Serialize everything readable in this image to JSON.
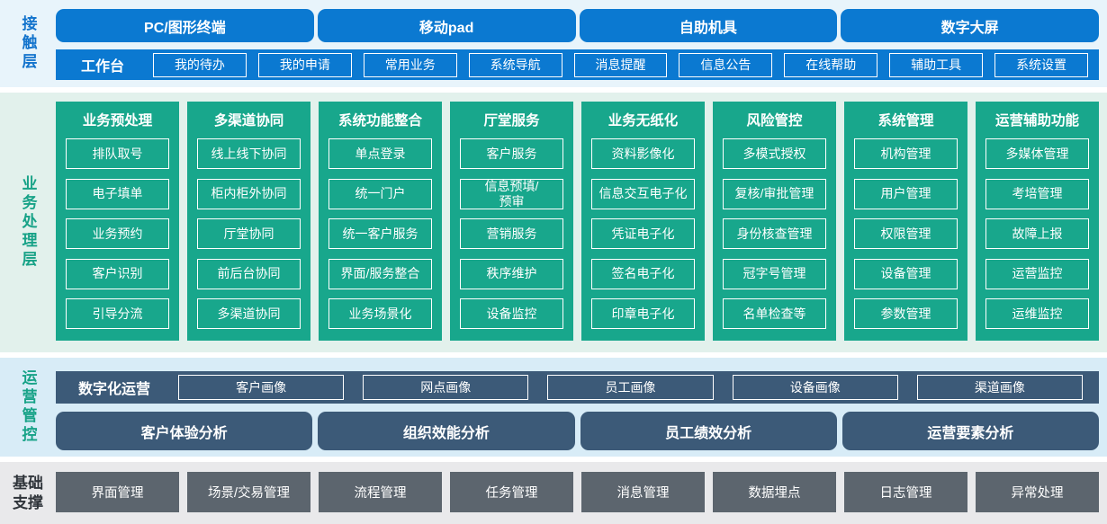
{
  "contact": {
    "label": "接触层",
    "channels": [
      "PC/图形终端",
      "移动pad",
      "自助机具",
      "数字大屏"
    ],
    "workbench": {
      "label": "工作台",
      "items": [
        "我的待办",
        "我的申请",
        "常用业务",
        "系统导航",
        "消息提醒",
        "信息公告",
        "在线帮助",
        "辅助工具",
        "系统设置"
      ]
    }
  },
  "business": {
    "label": "业务处理层",
    "columns": [
      {
        "title": "业务预处理",
        "items": [
          "排队取号",
          "电子填单",
          "业务预约",
          "客户识别",
          "引导分流"
        ]
      },
      {
        "title": "多渠道协同",
        "items": [
          "线上线下协同",
          "柜内柜外协同",
          "厅堂协同",
          "前后台协同",
          "多渠道协同"
        ]
      },
      {
        "title": "系统功能整合",
        "items": [
          "单点登录",
          "统一门户",
          "统一客户服务",
          "界面/服务整合",
          "业务场景化"
        ]
      },
      {
        "title": "厅堂服务",
        "items": [
          "客户服务",
          "信息预填/\n预审",
          "营销服务",
          "秩序维护",
          "设备监控"
        ]
      },
      {
        "title": "业务无纸化",
        "items": [
          "资料影像化",
          "信息交互电子化",
          "凭证电子化",
          "签名电子化",
          "印章电子化"
        ]
      },
      {
        "title": "风险管控",
        "items": [
          "多模式授权",
          "复核/审批管理",
          "身份核查管理",
          "冠字号管理",
          "名单检查等"
        ]
      },
      {
        "title": "系统管理",
        "items": [
          "机构管理",
          "用户管理",
          "权限管理",
          "设备管理",
          "参数管理"
        ]
      },
      {
        "title": "运营辅助功能",
        "items": [
          "多媒体管理",
          "考培管理",
          "故障上报",
          "运营监控",
          "运维监控"
        ]
      }
    ]
  },
  "operations": {
    "label": "运营管控",
    "digital": {
      "label": "数字化运营",
      "items": [
        "客户画像",
        "网点画像",
        "员工画像",
        "设备画像",
        "渠道画像"
      ]
    },
    "analysis": [
      "客户体验分析",
      "组织效能分析",
      "员工绩效分析",
      "运营要素分析"
    ]
  },
  "foundation": {
    "label": "基础支撑",
    "items": [
      "界面管理",
      "场景/交易管理",
      "流程管理",
      "任务管理",
      "消息管理",
      "数据埋点",
      "日志管理",
      "异常处理"
    ]
  },
  "colors": {
    "channel_blue": "#0b79d1",
    "module_teal": "#18a78c",
    "ops_navy": "#3c5a78",
    "foundation_gray": "#5c656e",
    "contact_band_bg": "#e8f4fb",
    "business_band_bg": "#e2f1ec",
    "operations_band_bg": "#d8ecf7",
    "foundation_band_bg": "#e9e9eb",
    "contact_label_color": "#1273cc",
    "business_label_color": "#17a287",
    "operations_label_color": "#17a287",
    "foundation_label_color": "#2f343a"
  }
}
